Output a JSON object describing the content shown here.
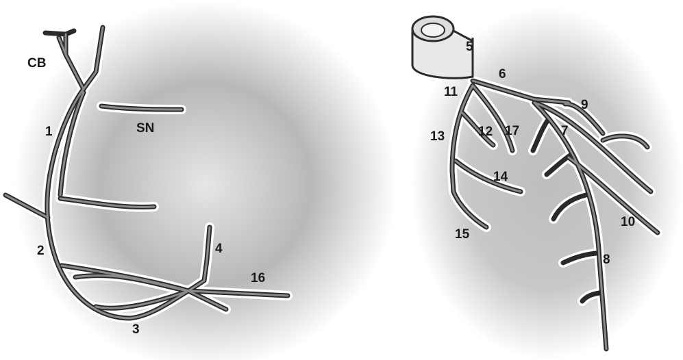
{
  "left_panel": {
    "labels": {
      "cb": "CB",
      "sn": "SN",
      "seg1": "1",
      "seg2": "2",
      "seg3": "3",
      "seg4": "4",
      "seg16": "16"
    }
  },
  "right_panel": {
    "labels": {
      "seg5": "5",
      "seg6": "6",
      "seg7": "7",
      "seg8": "8",
      "seg9": "9",
      "seg10": "10",
      "seg11": "11",
      "seg12": "12",
      "seg13": "13",
      "seg14": "14",
      "seg15": "15",
      "seg17": "17"
    }
  },
  "colors": {
    "vessel_edge": "#2a2a2a",
    "vessel_fill": "#8a8a8a",
    "background_shade": "#b4b4b4"
  }
}
